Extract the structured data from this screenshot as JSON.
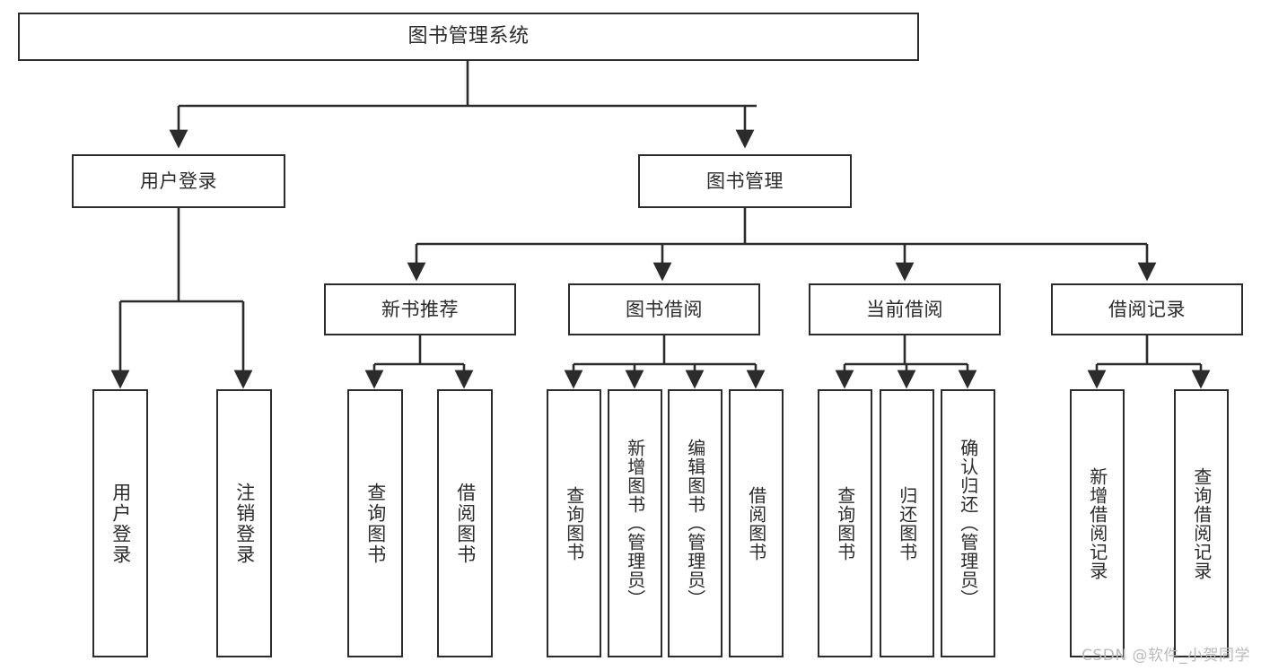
{
  "diagram": {
    "title": "图书管理系统",
    "type": "tree-hierarchy",
    "watermark": "CSDN @软件_小贺同学",
    "stroke_color": "#2b2b2b",
    "fill_color": "#ffffff",
    "watermark_color": "#b9b9b9"
  },
  "nodes": {
    "root": {
      "label": "图书管理系统"
    },
    "level2": [
      {
        "label": "用户登录"
      },
      {
        "label": "图书管理"
      }
    ],
    "level3": [
      {
        "label": "新书推荐"
      },
      {
        "label": "图书借阅"
      },
      {
        "label": "当前借阅"
      },
      {
        "label": "借阅记录"
      }
    ],
    "leaves_user_login": [
      {
        "label": "用户登录"
      },
      {
        "label": "注销登录"
      }
    ],
    "leaves_new_book": [
      {
        "label": "查询图书"
      },
      {
        "label": "借阅图书"
      }
    ],
    "leaves_borrow": [
      {
        "label": "查询图书"
      },
      {
        "label": "新增图书（管理员）"
      },
      {
        "label": "编辑图书（管理员）"
      },
      {
        "label": "借阅图书"
      }
    ],
    "leaves_current": [
      {
        "label": "查询图书"
      },
      {
        "label": "归还图书"
      },
      {
        "label": "确认归还（管理员）"
      }
    ],
    "leaves_records": [
      {
        "label": "新增借阅记录"
      },
      {
        "label": "查询借阅记录"
      }
    ]
  }
}
